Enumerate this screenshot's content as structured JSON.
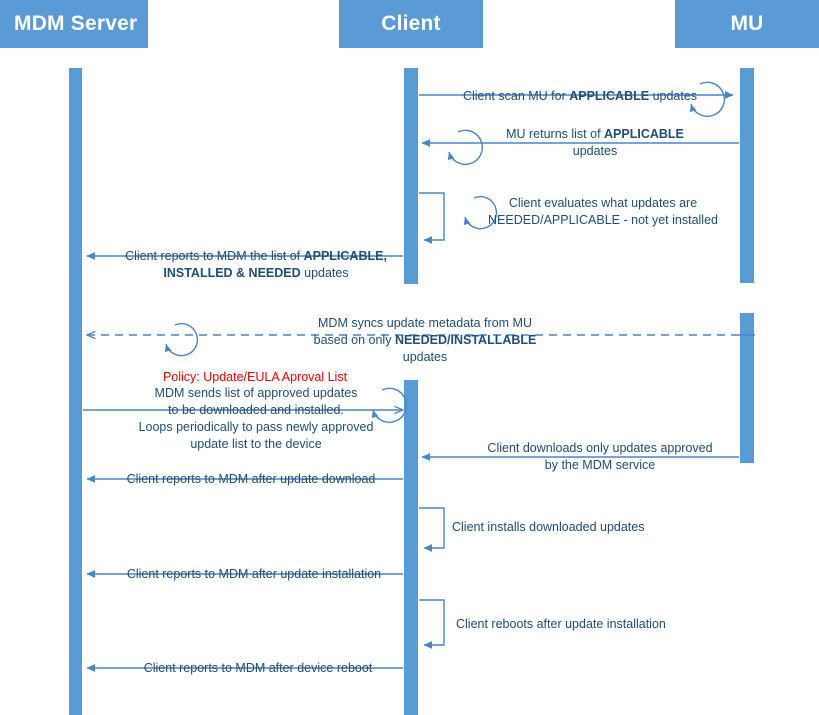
{
  "diagram": {
    "title": "MDM / Client / MU update sequence",
    "accent_color": "#5b9bd5",
    "text_color": "#1f4e79",
    "policy_color": "#ff0000",
    "background": "#ffffff"
  },
  "participants": [
    {
      "id": "mdm",
      "label": "MDM Server"
    },
    {
      "id": "client",
      "label": "Client"
    },
    {
      "id": "mu",
      "label": "MU"
    }
  ],
  "messages": [
    {
      "id": "m1",
      "from": "client",
      "to": "mu",
      "style": "solid",
      "self_loop": true,
      "lines": [
        {
          "parts": [
            {
              "t": "Client scan MU for ",
              "bold": false
            },
            {
              "t": "APPLICABLE",
              "bold": true
            },
            {
              "t": " updates",
              "bold": false
            }
          ]
        }
      ]
    },
    {
      "id": "m2",
      "from": "mu",
      "to": "client",
      "style": "solid",
      "self_loop": true,
      "lines": [
        {
          "parts": [
            {
              "t": "MU returns list of ",
              "bold": false
            },
            {
              "t": "APPLICABLE",
              "bold": true
            }
          ]
        },
        {
          "parts": [
            {
              "t": "updates",
              "bold": false
            }
          ]
        }
      ]
    },
    {
      "id": "m3",
      "from": "client",
      "to": "client",
      "style": "self",
      "self_loop": true,
      "lines": [
        {
          "parts": [
            {
              "t": "Client evaluates what updates are",
              "bold": false
            }
          ]
        },
        {
          "parts": [
            {
              "t": "NEEDED/APPLICABLE - not yet installed",
              "bold": false
            }
          ]
        }
      ]
    },
    {
      "id": "m4",
      "from": "client",
      "to": "mdm",
      "style": "solid",
      "self_loop": false,
      "lines": [
        {
          "parts": [
            {
              "t": "Client reports to MDM the list of ",
              "bold": false
            },
            {
              "t": "APPLICABLE,",
              "bold": true
            }
          ]
        },
        {
          "parts": [
            {
              "t": "INSTALLED & NEEDED",
              "bold": true
            },
            {
              "t": " updates",
              "bold": false
            }
          ]
        }
      ]
    },
    {
      "id": "m5",
      "from": "mu",
      "to": "mdm",
      "style": "dashed",
      "self_loop": true,
      "lines": [
        {
          "parts": [
            {
              "t": "MDM syncs update metadata from MU",
              "bold": false
            }
          ]
        },
        {
          "parts": [
            {
              "t": "based on only ",
              "bold": false
            },
            {
              "t": "NEEDED/INSTALLABLE",
              "bold": true
            },
            {
              "t": " updates",
              "bold": false
            }
          ]
        }
      ]
    },
    {
      "id": "m6",
      "from": "mdm",
      "to": "client",
      "style": "solid",
      "self_loop": true,
      "policy_label": "Policy: Update/EULA Aproval List",
      "lines": [
        {
          "parts": [
            {
              "t": "MDM sends list of approved updates",
              "bold": false
            }
          ]
        },
        {
          "parts": [
            {
              "t": "to be downloaded and installed.",
              "bold": false
            }
          ]
        },
        {
          "parts": [
            {
              "t": "Loops periodically to pass newly approved",
              "bold": false
            }
          ]
        },
        {
          "parts": [
            {
              "t": "update list to the device",
              "bold": false
            }
          ]
        }
      ]
    },
    {
      "id": "m7",
      "from": "mu",
      "to": "client",
      "style": "solid",
      "self_loop": false,
      "lines": [
        {
          "parts": [
            {
              "t": "Client downloads only updates approved",
              "bold": false
            }
          ]
        },
        {
          "parts": [
            {
              "t": "by the MDM service",
              "bold": false
            }
          ]
        }
      ]
    },
    {
      "id": "m8",
      "from": "client",
      "to": "mdm",
      "style": "solid",
      "self_loop": false,
      "lines": [
        {
          "parts": [
            {
              "t": "Client reports to MDM after update download",
              "bold": false
            }
          ]
        }
      ]
    },
    {
      "id": "m9",
      "from": "client",
      "to": "client",
      "style": "self",
      "self_loop": false,
      "lines": [
        {
          "parts": [
            {
              "t": "Client installs downloaded updates",
              "bold": false
            }
          ]
        }
      ]
    },
    {
      "id": "m10",
      "from": "client",
      "to": "mdm",
      "style": "solid",
      "self_loop": false,
      "lines": [
        {
          "parts": [
            {
              "t": "Client reports to MDM after update installation",
              "bold": false
            }
          ]
        }
      ]
    },
    {
      "id": "m11",
      "from": "client",
      "to": "client",
      "style": "self",
      "self_loop": false,
      "lines": [
        {
          "parts": [
            {
              "t": "Client reboots after update installation",
              "bold": false
            }
          ]
        }
      ]
    },
    {
      "id": "m12",
      "from": "client",
      "to": "mdm",
      "style": "solid",
      "self_loop": false,
      "lines": [
        {
          "parts": [
            {
              "t": "Client reports to MDM after device reboot",
              "bold": false
            }
          ]
        }
      ]
    }
  ]
}
